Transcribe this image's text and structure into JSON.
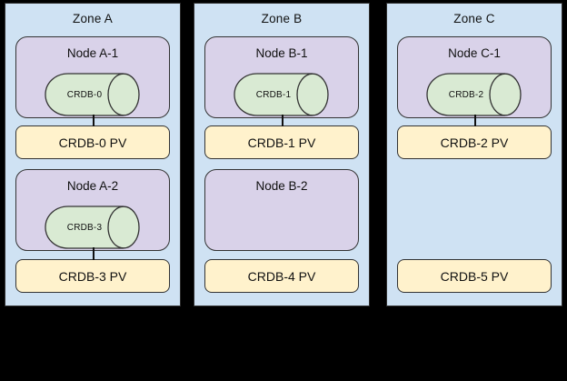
{
  "diagram": {
    "description": "Three-zone topology diagram with nodes, CRDB volumes and persistent volumes",
    "colors": {
      "background": "#000000",
      "zone_fill": "#cfe2f3",
      "node_fill": "#d9d2e9",
      "volume_fill": "#d9ead3",
      "pv_fill": "#fff2cc",
      "border": "#333333"
    }
  },
  "zones": [
    {
      "title": "Zone A",
      "nodes": [
        {
          "label": "Node A-1",
          "volume": "CRDB-0",
          "pv": "CRDB-0 PV",
          "connected": true
        },
        {
          "label": "Node A-2",
          "volume": "CRDB-3",
          "pv": "CRDB-3 PV",
          "connected": true
        }
      ]
    },
    {
      "title": "Zone B",
      "nodes": [
        {
          "label": "Node B-1",
          "volume": "CRDB-1",
          "pv": "CRDB-1 PV",
          "connected": true
        },
        {
          "label": "Node B-2",
          "volume": null,
          "pv": "CRDB-4 PV",
          "connected": false
        }
      ]
    },
    {
      "title": "Zone C",
      "nodes": [
        {
          "label": "Node C-1",
          "volume": "CRDB-2",
          "pv": "CRDB-2 PV",
          "connected": true
        },
        {
          "label": null,
          "volume": null,
          "pv": "CRDB-5 PV",
          "connected": false
        }
      ]
    }
  ]
}
